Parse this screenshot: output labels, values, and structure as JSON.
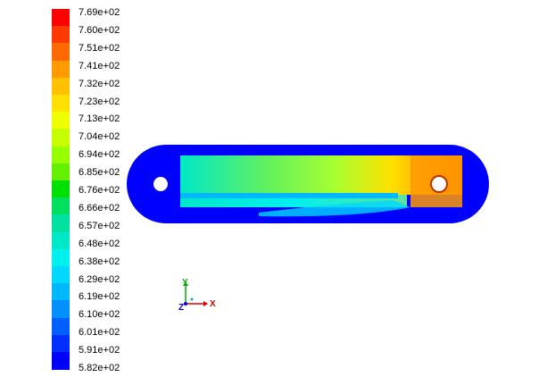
{
  "colorbar": {
    "labels": [
      "7.69e+02",
      "7.60e+02",
      "7.51e+02",
      "7.41e+02",
      "7.32e+02",
      "7.23e+02",
      "7.13e+02",
      "7.04e+02",
      "6.94e+02",
      "6.85e+02",
      "6.76e+02",
      "6.66e+02",
      "6.57e+02",
      "6.48e+02",
      "6.38e+02",
      "6.29e+02",
      "6.19e+02",
      "6.10e+02",
      "6.01e+02",
      "5.91e+02",
      "5.82e+02"
    ],
    "colors": [
      "#ff0000",
      "#ff3a00",
      "#ff6a00",
      "#ff9a00",
      "#ffc000",
      "#ffe000",
      "#f0ff00",
      "#c8ff00",
      "#96ff00",
      "#64f000",
      "#00e000",
      "#00e060",
      "#00e0a0",
      "#00e8c8",
      "#00f0f0",
      "#00d8ff",
      "#00b8ff",
      "#0090ff",
      "#0060ff",
      "#0030ff",
      "#0000ff"
    ]
  },
  "axes_triad": {
    "x": "X",
    "y": "Y",
    "z": "Z"
  },
  "colors": {
    "background": "#ffffff",
    "x_axis": "#e00000",
    "y_axis": "#00b000",
    "z_axis": "#0000e0"
  }
}
